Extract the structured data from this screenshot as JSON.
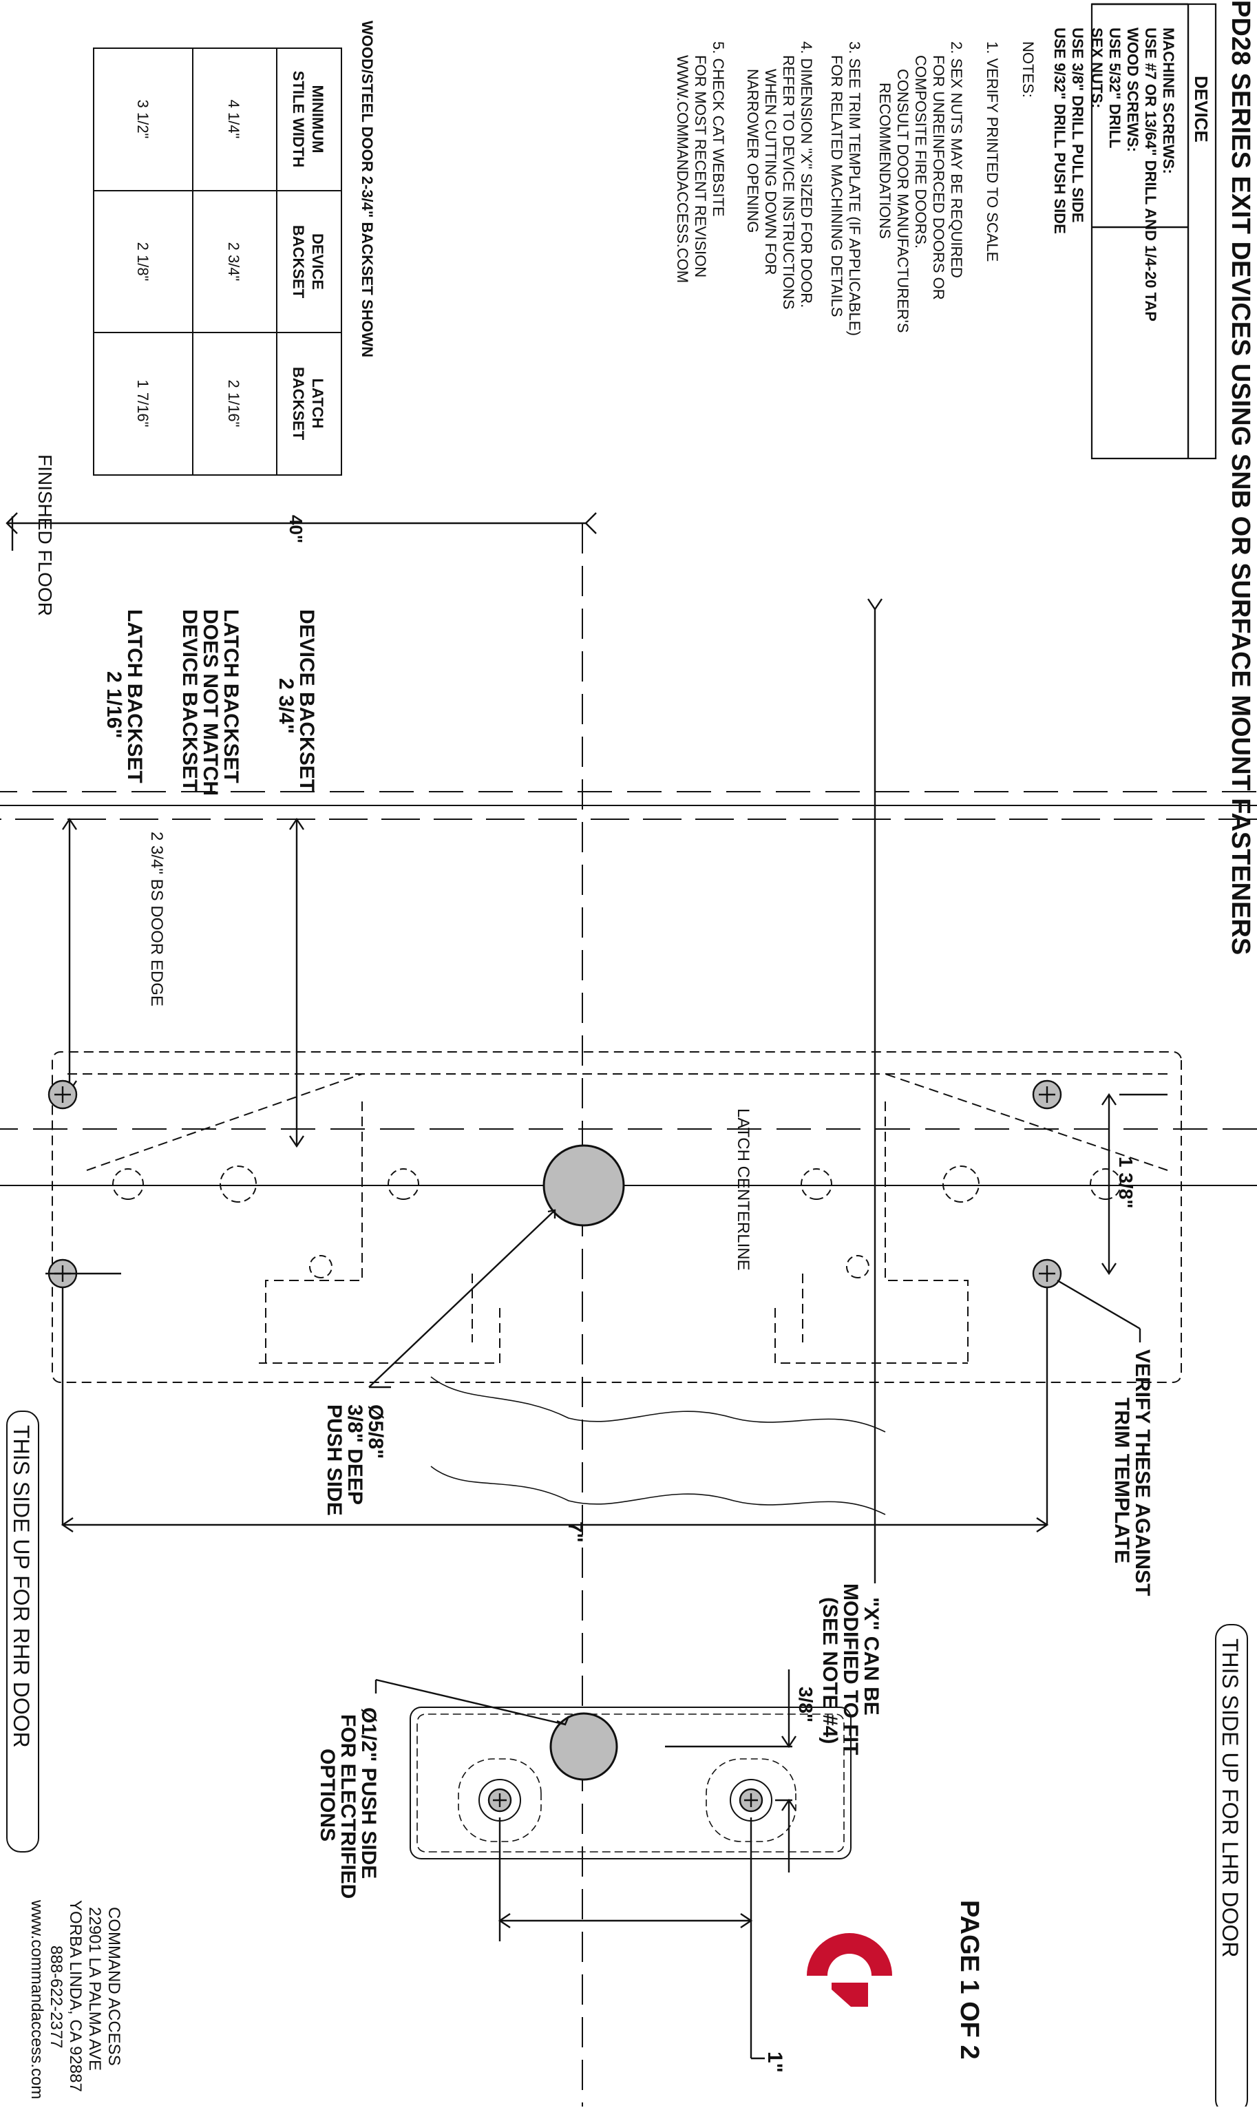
{
  "title": "PD28 SERIES EXIT DEVICES USING SNB OR SURFACE MOUNT FASTENERS",
  "spec_box": {
    "heading": "DEVICE",
    "machine_screws_label": "MACHINE SCREWS:",
    "machine_screws_text": "USE #7 OR 13/64\" DRILL AND 1/4-20 TAP",
    "wood_screws_label": "WOOD SCREWS:",
    "wood_screws_text": "USE 5/32\" DRILL",
    "sex_nuts_label": "SEX NUTS:",
    "sex_nuts_line1": "USE 3/8\" DRILL PULL SIDE",
    "sex_nuts_line2": "USE 9/32\" DRILL PUSH SIDE"
  },
  "notes": {
    "heading": "NOTES:",
    "n1": "1. VERIFY PRINTED TO SCALE",
    "n2a": "2. SEX NUTS MAY BE REQUIRED",
    "n2b": "FOR UNREINFORCED DOORS OR",
    "n2c": "COMPOSITE FIRE DOORS.",
    "n2d": "CONSULT DOOR MANUFACTURER'S",
    "n2e": "RECOMMENDATIONS",
    "n3a": "3. SEE TRIM TEMPLATE (IF APPLICABLE)",
    "n3b": "FOR RELATED MACHINING DETAILS",
    "n4a": "4. DIMENSION \"X\" SIZED FOR DOOR.",
    "n4b": "REFER TO DEVICE INSTRUCTIONS",
    "n4c": "WHEN CUTTING DOWN FOR",
    "n4d": "NARROWER OPENING",
    "n5a": "5. CHECK CAT WEBSITE",
    "n5b": "FOR MOST RECENT REVISION",
    "n5c": "WWW.COMMANDACCESS.COM"
  },
  "backset_table": {
    "caption": "WOOD/STEEL DOOR 2-3/4\" BACKSET SHOWN",
    "headers": [
      [
        "MINIMUM",
        "STILE WIDTH"
      ],
      [
        "DEVICE",
        "BACKSET"
      ],
      [
        "LATCH",
        "BACKSET"
      ]
    ],
    "rows": [
      [
        "4 1/4\"",
        "2 3/4\"",
        "2 1/16\""
      ],
      [
        "3 1/2\"",
        "2 1/8\"",
        "1 7/16\""
      ]
    ]
  },
  "labels": {
    "finished_floor": "FINISHED FLOOR",
    "dim_40": "40\"",
    "device_backset_1": "DEVICE BACKSET",
    "device_backset_2": "2 3/4\"",
    "latch_not_match_1": "LATCH BACKSET",
    "latch_not_match_2": "DOES NOT MATCH",
    "latch_not_match_3": "DEVICE BACKSET",
    "latch_backset_1": "LATCH BACKSET",
    "latch_backset_2": "2 1/16\"",
    "bs_door_edge": "2 3/4\" BS DOOR EDGE",
    "latch_centerline": "LATCH CENTERLINE",
    "dim_1_3_8": "1 3/8\"",
    "verify_1": "VERIFY THESE AGAINST",
    "verify_2": "TRIM TEMPLATE",
    "hole_58_1": "Ø5/8\"",
    "hole_58_2": "3/8\" DEEP",
    "hole_58_3": "PUSH SIDE",
    "dim_7": "7\"",
    "x_mod_1": "\"X\" CAN BE",
    "x_mod_2": "MODIFIED TO FIT",
    "x_mod_3": "(SEE NOTE #4)",
    "dim_3_8": "3/8\"",
    "hole_12_1": "Ø1/2\" PUSH SIDE",
    "hole_12_2": "FOR ELECTRIFIED",
    "hole_12_3": "OPTIONS",
    "dim_1": "1\"",
    "side_lhr": "THIS SIDE UP FOR  LHR DOOR",
    "side_rhr": "THIS SIDE UP FOR  RHR DOOR",
    "page": "PAGE 1 OF 2"
  },
  "company": {
    "name": "COMMAND ACCESS",
    "address1": "22901 LA PALMA AVE",
    "address2": "YORBA LINDA, CA 92887",
    "phone": "888-622-2377",
    "web": "www.commandaccess.com"
  },
  "colors": {
    "ink": "#111111",
    "hole_fill": "#bcbcbc",
    "logo_red": "#c8102e"
  }
}
